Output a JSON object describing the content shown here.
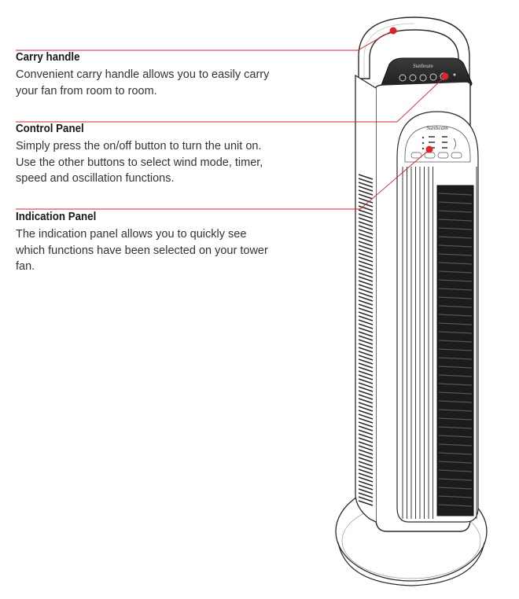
{
  "sections": [
    {
      "title": "Carry handle",
      "text": "Convenient carry handle allows you to easily carry your fan from room to room."
    },
    {
      "title": "Control Panel",
      "text": "Simply press the on/off button to turn the unit on. Use the other buttons to select wind mode, timer, speed and oscillation functions."
    },
    {
      "title": "Indication Panel",
      "text": "The indication panel allows you to quickly see which functions have been selected on your tower fan."
    }
  ],
  "fan": {
    "brand": "Sunbeam"
  },
  "colors": {
    "callout_line": "#d9232e",
    "callout_dot": "#d9232e",
    "outline": "#2a2a2a"
  }
}
